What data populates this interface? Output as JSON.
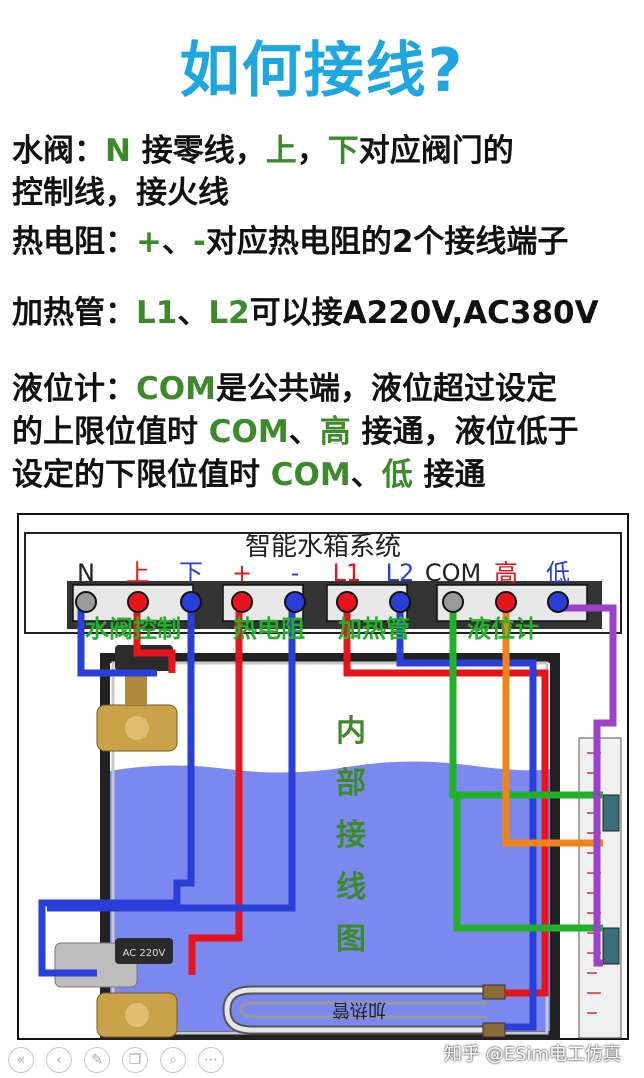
{
  "title": "如何接线?",
  "desc": {
    "valve_1a": "水阀：",
    "valve_1b": "N",
    "valve_1c": " 接零线，",
    "valve_1d": "上",
    "valve_1e": "，",
    "valve_1f": "下",
    "valve_1g": "对应阀门的",
    "valve_2": "控制线，接火线",
    "res_a": "热电阻：",
    "res_b": "+",
    "res_c": "、",
    "res_d": "-",
    "res_e": "对应热电阻的2个接线端子",
    "heat_a": "加热管：",
    "heat_b": "L1",
    "heat_c": "、",
    "heat_d": "L2",
    "heat_e": "可以接A220V,AC380V",
    "lvl_1a": "液位计：",
    "lvl_1b": "COM",
    "lvl_1c": "是公共端，液位超过设定",
    "lvl_2a": "的上限位值时 ",
    "lvl_2b": "COM",
    "lvl_2c": "、",
    "lvl_2d": "高",
    "lvl_2e": " 接通，液位低于",
    "lvl_3a": "设定的下限位值时 ",
    "lvl_3b": "COM",
    "lvl_3c": "、",
    "lvl_3d": "低",
    "lvl_3e": " 接通"
  },
  "diagram": {
    "title": "智能水箱系统",
    "terminals": [
      "N",
      "上",
      "下",
      "+",
      "-",
      "L1",
      "L2",
      "COM",
      "高",
      "低"
    ],
    "groups": [
      "水阀控制",
      "热电阻",
      "加热管",
      "液位计"
    ],
    "inner_label": [
      "内",
      "部",
      "接",
      "线",
      "图"
    ],
    "valve_label": "AC 220V",
    "heater_label": "加热管"
  },
  "footer": {
    "watermark": "知乎 @ESim电工仿真",
    "nav_icons": [
      "first-icon",
      "prev-icon",
      "edit-icon",
      "copy-icon",
      "zoom-icon",
      "more-icon"
    ]
  },
  "colors": {
    "title": "#1ea6e0",
    "green_text": "#3d8a2a",
    "wire_red": "#e8141b",
    "wire_blue": "#2a3ed8",
    "wire_green": "#22b02a",
    "wire_orange": "#f08418",
    "wire_purple": "#9a42c8",
    "water": "#7a88f0"
  }
}
